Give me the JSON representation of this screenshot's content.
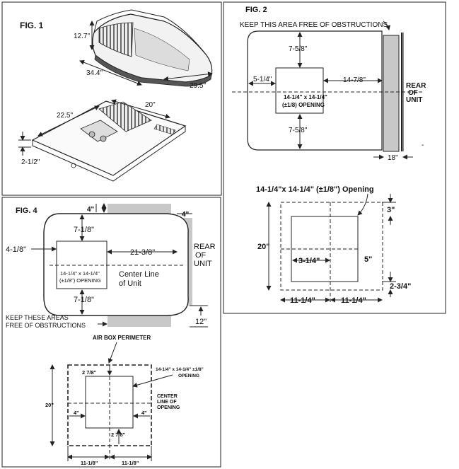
{
  "fig1": {
    "title": "FIG. 1",
    "dim_height": "12.7\"",
    "dim_length": "34.4\"",
    "dim_width": "29.5\"",
    "dim_base_length": "22.5\"",
    "dim_base_width": "20\"",
    "dim_base_height": "2-1/2\""
  },
  "fig2": {
    "title": "FIG. 2",
    "keep_free": "KEEP THIS AREA FREE OF OBSTRUCTIONS",
    "dim_top": "7-5/8\"",
    "dim_left": "5-1/4\"",
    "dim_right": "14-7/8\"",
    "dim_bottom": "7-5/8\"",
    "opening_line1": "14-1/4\" x 14-1/4\"",
    "opening_line2": "(±1/8) OPENING",
    "rear_line1": "REAR",
    "rear_line2": "OF",
    "rear_line3": "UNIT",
    "dim_rear": "18\"",
    "detail_title": "14-1/4\"x 14-1/4\" (±1/8\") Opening",
    "detail_top": "3\"",
    "detail_height": "20\"",
    "detail_left": "3-1/4\"",
    "detail_right": "5\"",
    "detail_bottom": "2-3/4\"",
    "detail_half_left": "11-1/4\"",
    "detail_half_right": "11-1/4\""
  },
  "fig4": {
    "title": "FIG. 4",
    "dim_top_clear": "4\"",
    "dim_right_clear": "4\"",
    "dim_top": "7-1/8\"",
    "dim_left": "4-1/8\"",
    "dim_right": "21-3/8\"",
    "rear_line1": "REAR",
    "rear_line2": "OF",
    "rear_line3": "UNIT",
    "opening_line1": "14-1/4\" x 14-1/4\"",
    "opening_line2": "(±1/8\") OPENING",
    "center_line1": "Center Line",
    "center_line2": "of Unit",
    "dim_bottom": "7-1/8\"",
    "keep_free_line1": "KEEP THESE AREAS",
    "keep_free_line2": "FREE OF OBSTRUCTIONS",
    "dim_rear": "12\"",
    "airbox_title": "AIR BOX PERIMETER",
    "airbox_top": "2 7/8\"",
    "airbox_opening_line1": "14-1/4\" x 14-1/4\" ±1/8\"",
    "airbox_opening_line2": "OPENING",
    "airbox_height": "20\"",
    "airbox_center_line1": "CENTER",
    "airbox_center_line2": "LINE OF",
    "airbox_center_line3": "OPENING",
    "airbox_left": "4\"",
    "airbox_right": "4\"",
    "airbox_bottom": "2 7/8\"",
    "airbox_half_left": "11-1/8\"",
    "airbox_half_right": "11-1/8\""
  }
}
